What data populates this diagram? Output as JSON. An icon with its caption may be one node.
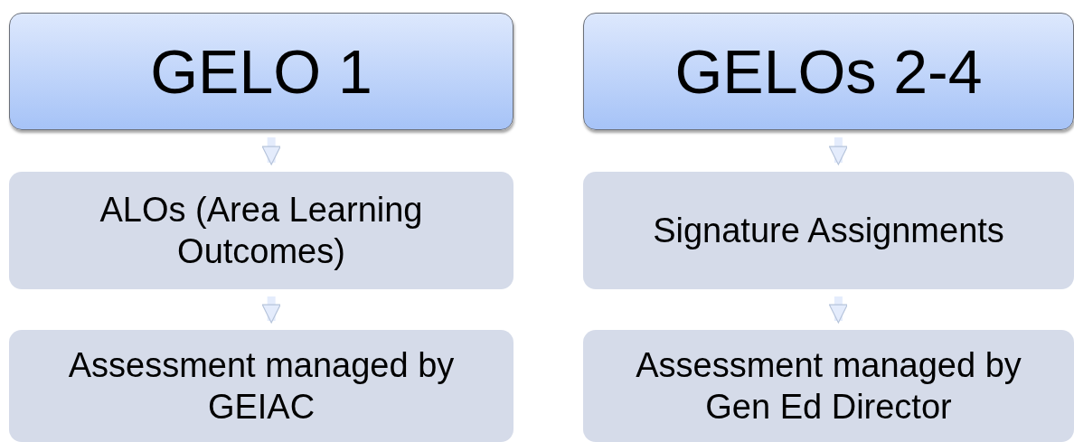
{
  "diagram": {
    "nodes": [
      {
        "text": [
          "GELO 1"
        ]
      },
      {
        "text": [
          "ALOs (Area Learning Outcomes)"
        ]
      },
      {
        "text": [
          "Assessment managed by GEIAC"
        ]
      },
      {
        "text": [
          "GELOs 2-4"
        ]
      },
      {
        "text": [
          "Signature Assignments"
        ]
      },
      {
        "text": [
          "Assessment managed by Gen Ed Director"
        ]
      }
    ],
    "edges": [
      {
        "from": 0,
        "to": 1,
        "arrow": "to"
      },
      {
        "from": 1,
        "to": 2,
        "arrow": "to"
      },
      {
        "from": 3,
        "to": 4,
        "arrow": "to"
      },
      {
        "from": 4,
        "to": 5,
        "arrow": "to"
      }
    ]
  }
}
